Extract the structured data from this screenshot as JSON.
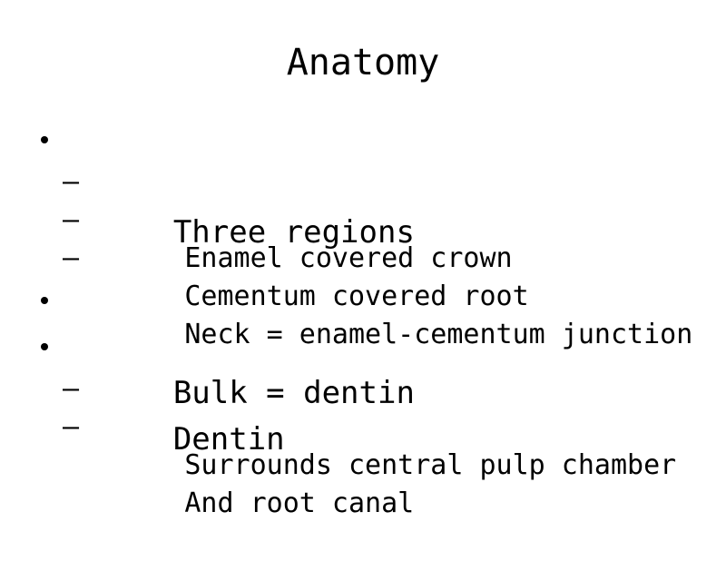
{
  "slide": {
    "title": "Anatomy",
    "background_color": "#ffffff",
    "text_color": "#000000",
    "bullet_glyph": "•",
    "dash_glyph": "–",
    "items": [
      {
        "level": 1,
        "text": "Three regions"
      },
      {
        "level": 2,
        "text": "Enamel covered crown"
      },
      {
        "level": 2,
        "text": "Cementum covered root"
      },
      {
        "level": 2,
        "text": "Neck = enamel-cementum junction"
      },
      {
        "level": 1,
        "text": "Bulk = dentin"
      },
      {
        "level": 1,
        "text": "Dentin"
      },
      {
        "level": 2,
        "text": "Surrounds central pulp chamber"
      },
      {
        "level": 2,
        "text": "And root canal"
      }
    ]
  }
}
